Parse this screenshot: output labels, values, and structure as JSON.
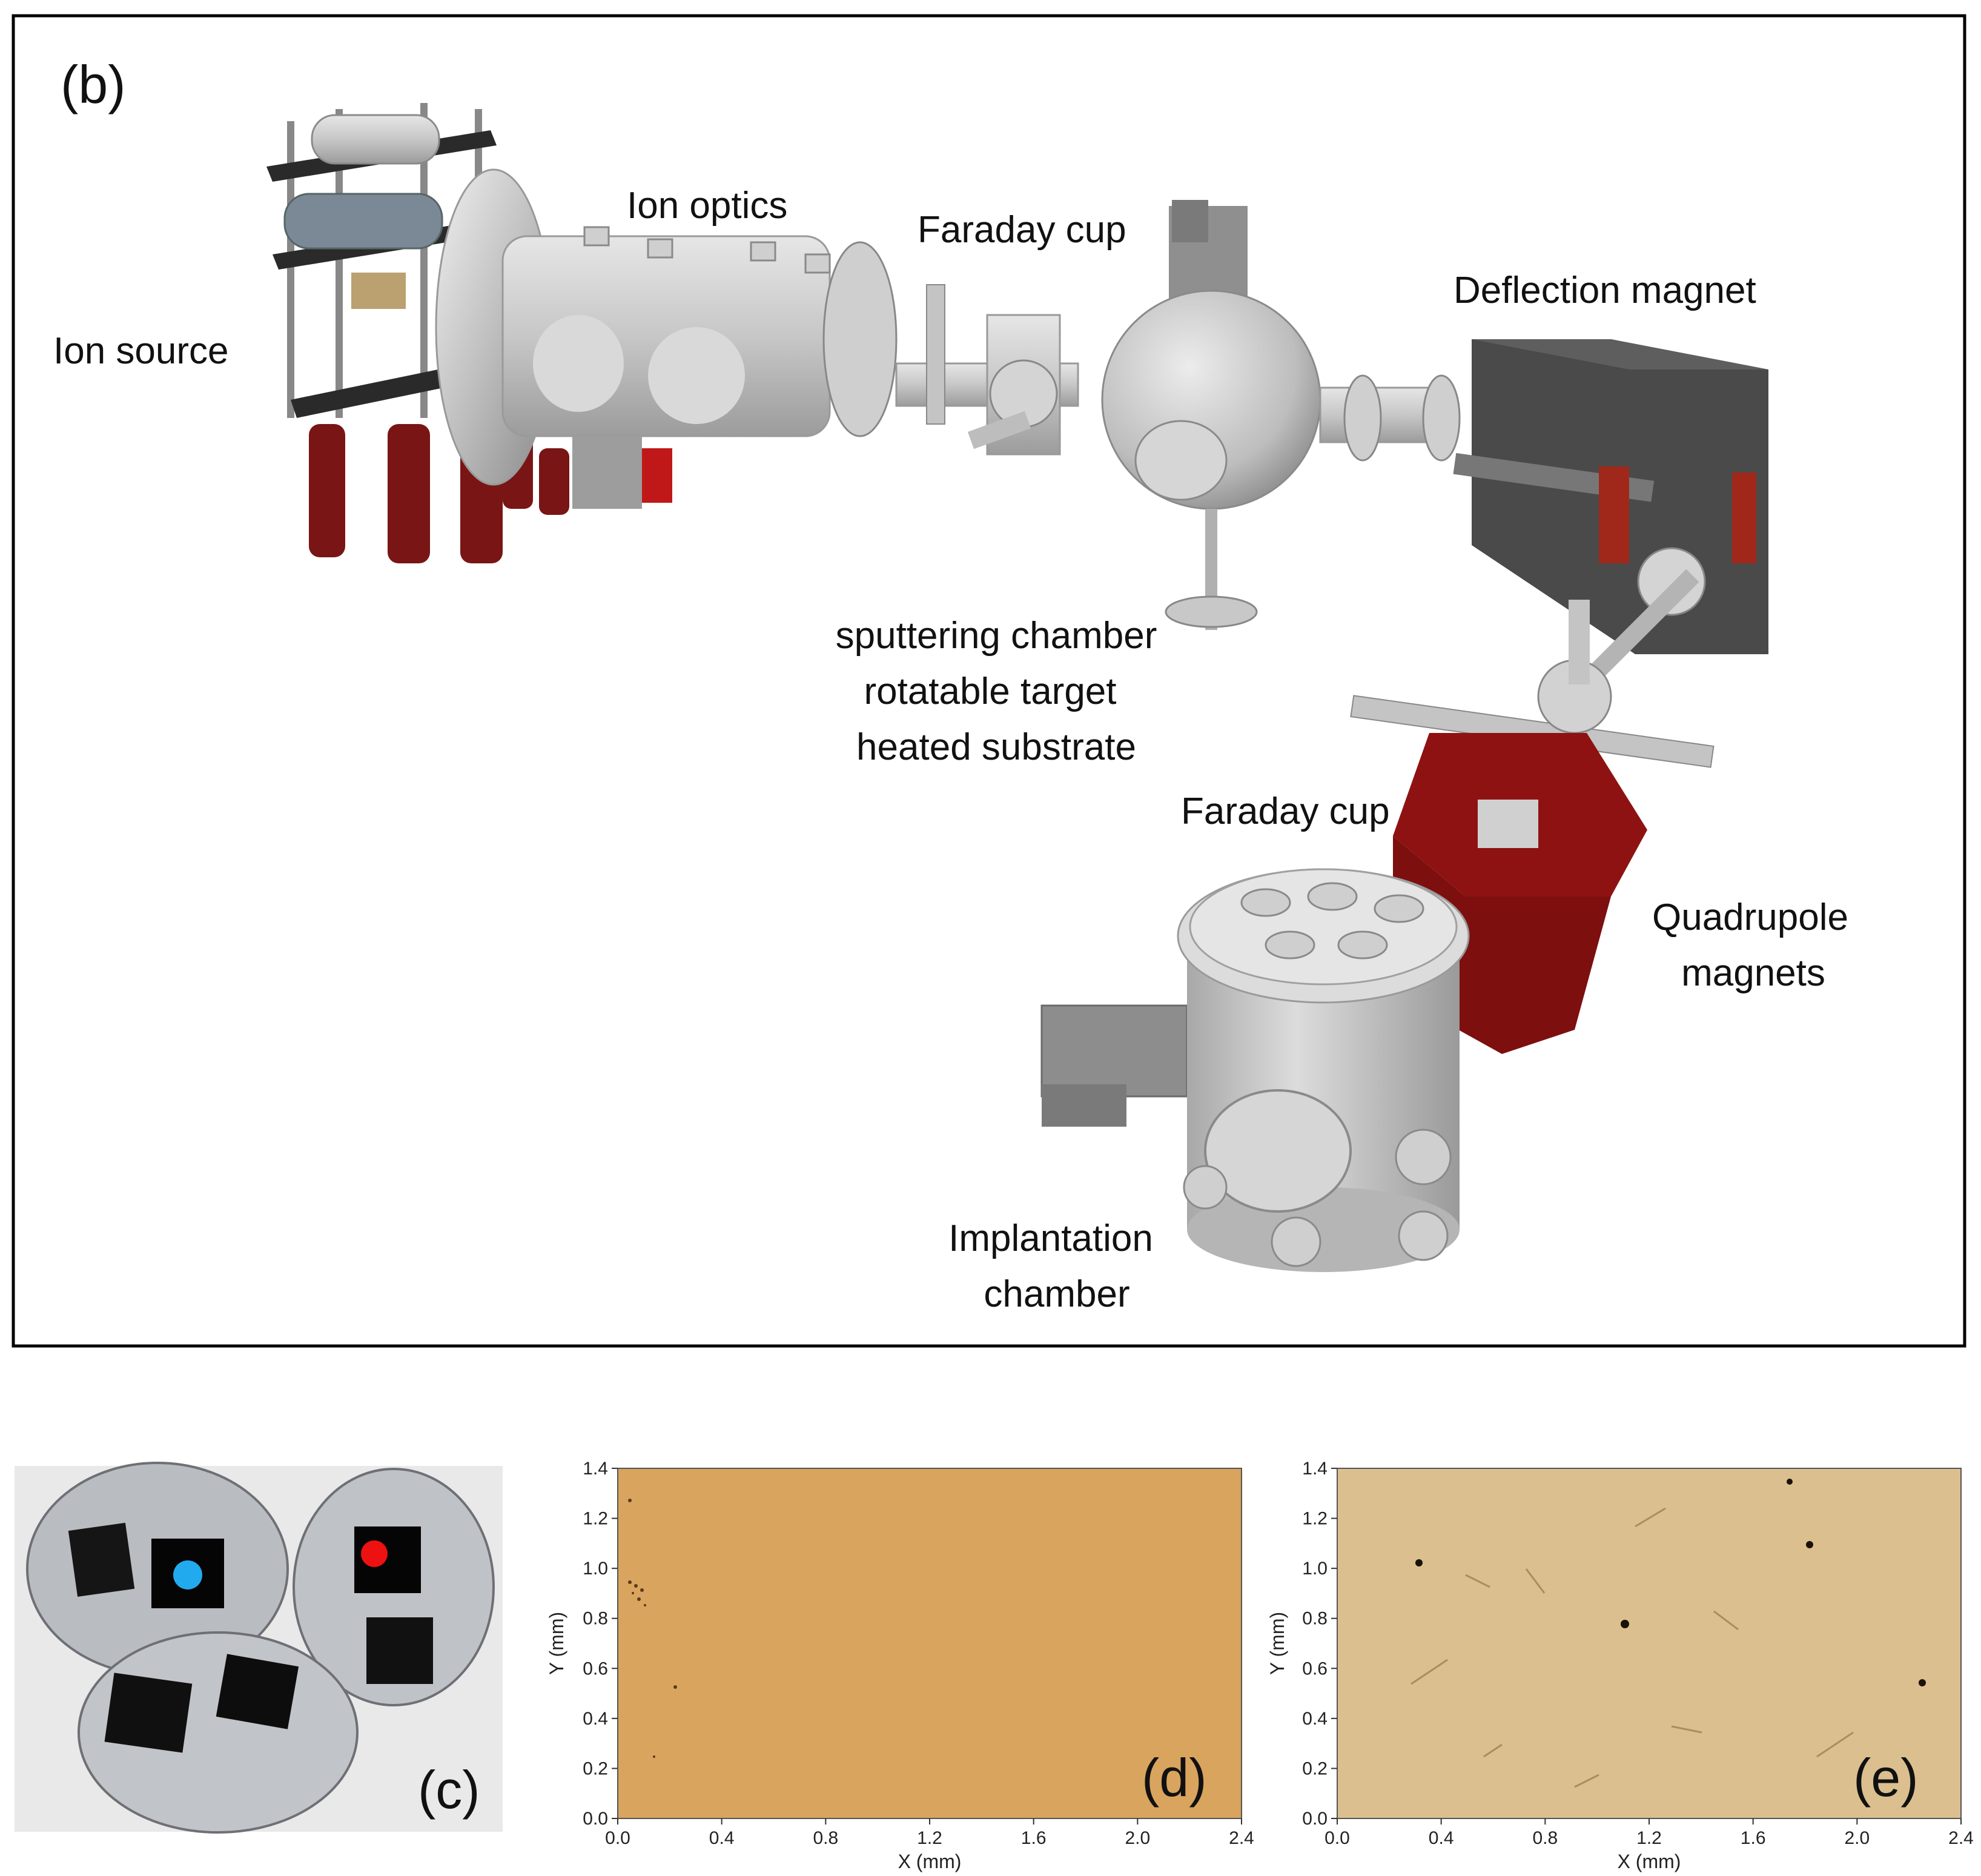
{
  "panel_b": {
    "tag": "(b)",
    "labels": {
      "ion_source": "Ion source",
      "ion_optics": "Ion optics",
      "faraday_cup_1": "Faraday cup",
      "deflection_magnet": "Deflection magnet",
      "sputter_1": "sputtering chamber",
      "sputter_2": "rotatable target",
      "sputter_3": "heated substrate",
      "faraday_cup_2": "Faraday cup",
      "quad_1": "Quadrupole",
      "quad_2": "magnets",
      "impl_1": "Implantation",
      "impl_2": "chamber"
    }
  },
  "panel_c": {
    "tag": "(c)",
    "marker_colors": {
      "blue": "#22aaee",
      "red": "#ee1111"
    }
  },
  "panel_d": {
    "tag": "(d)",
    "background": "#d9a45e",
    "xlabel": "X (mm)",
    "ylabel": "Y (mm)",
    "xticks": [
      "0.0",
      "0.4",
      "0.8",
      "1.2",
      "1.6",
      "2.0",
      "2.4"
    ],
    "yticks": [
      "0.0",
      "0.2",
      "0.4",
      "0.6",
      "0.8",
      "1.0",
      "1.2",
      "1.4"
    ]
  },
  "panel_e": {
    "tag": "(e)",
    "background": "#dbbf8f",
    "xlabel": "X (mm)",
    "ylabel": "Y (mm)",
    "xticks": [
      "0.0",
      "0.4",
      "0.8",
      "1.2",
      "1.6",
      "2.0",
      "2.4"
    ],
    "yticks": [
      "0.0",
      "0.2",
      "0.4",
      "0.6",
      "0.8",
      "1.0",
      "1.2",
      "1.4"
    ]
  },
  "colors": {
    "metal": "#c9c9c9",
    "metal_dark": "#9a9a9a",
    "magnet_dark": "#4a4a4a",
    "quad_red": "#8e1212",
    "insulator_red": "#7a1515",
    "frame": "#000000"
  }
}
